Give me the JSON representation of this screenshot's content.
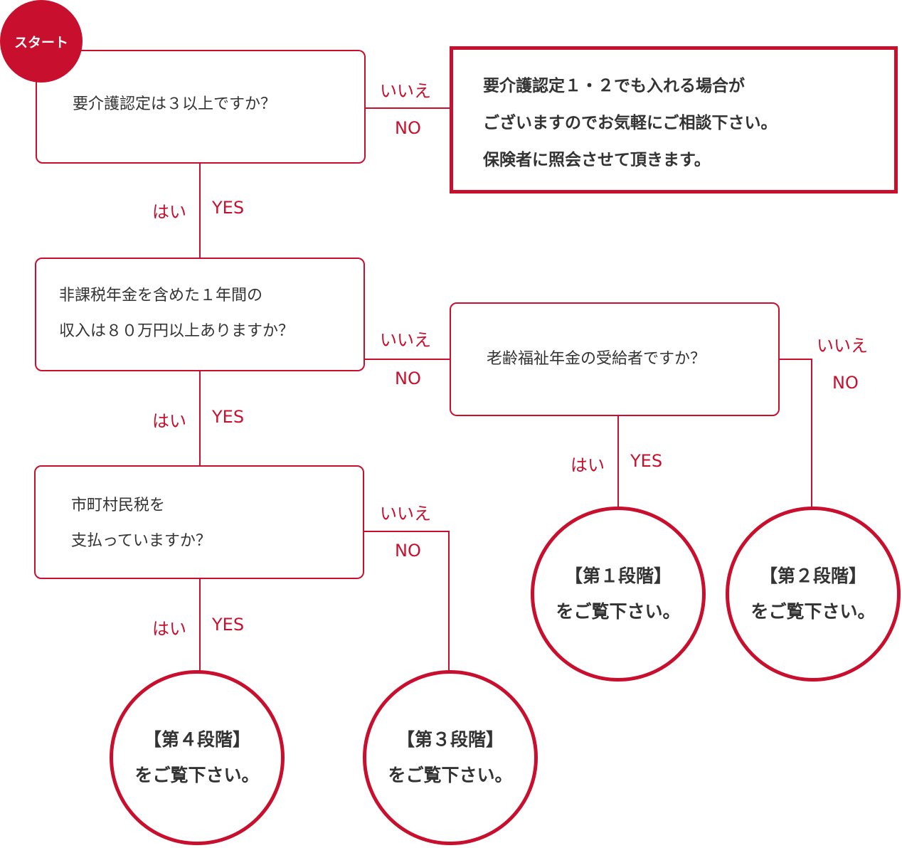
{
  "colors": {
    "accent": "#c8102e",
    "text": "#333333",
    "background": "#ffffff"
  },
  "start": "スタート",
  "q1": {
    "text": "要介護認定は３以上ですか？"
  },
  "note": {
    "lines": [
      "要介護認定１・２でも入れる場合が",
      "ございますのでお気軽にご相談下さい。",
      "保険者に照会させて頂きます。"
    ]
  },
  "q2": {
    "lines": [
      "非課税年金を含めた１年間の",
      "収入は８０万円以上ありますか？"
    ]
  },
  "q3": {
    "text": "老齢福祉年金の受給者ですか？"
  },
  "q4": {
    "lines": [
      "市町村民税を",
      "支払っていますか？"
    ]
  },
  "results": {
    "stage1": {
      "title": "【第１段階】",
      "sub": "をご覧下さい。"
    },
    "stage2": {
      "title": "【第２段階】",
      "sub": "をご覧下さい。"
    },
    "stage3": {
      "title": "【第３段階】",
      "sub": "をご覧下さい。"
    },
    "stage4": {
      "title": "【第４段階】",
      "sub": "をご覧下さい。"
    }
  },
  "labels": {
    "yes_jp": "はい",
    "yes_en": "YES",
    "no_jp": "いいえ",
    "no_en": "NO"
  }
}
